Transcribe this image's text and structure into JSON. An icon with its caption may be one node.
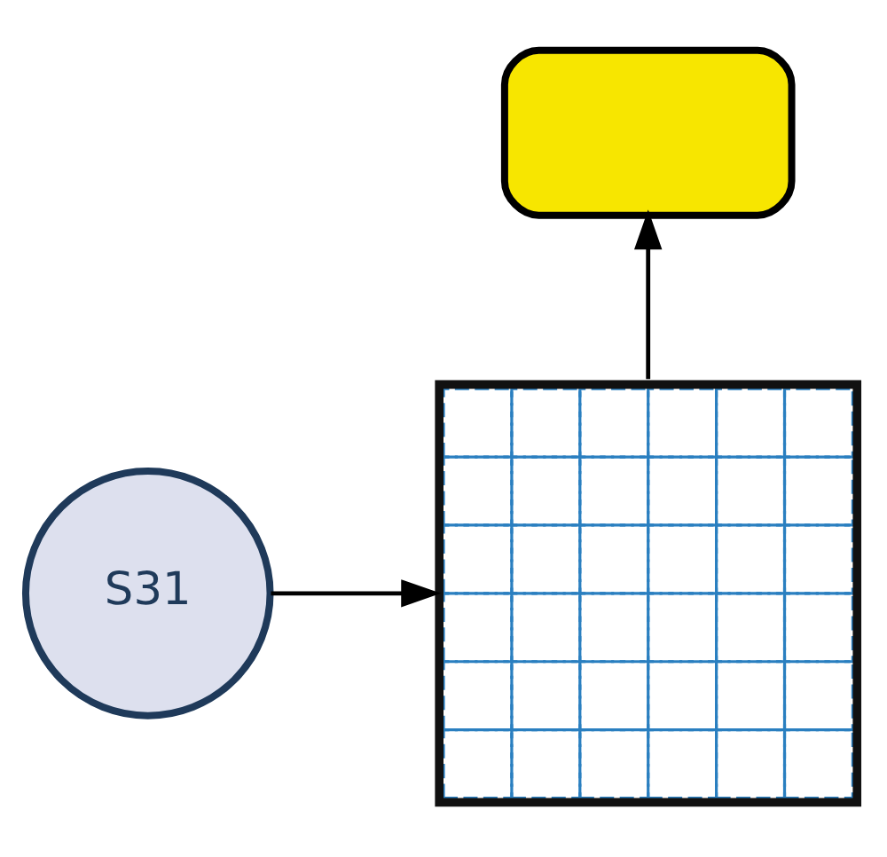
{
  "diagram": {
    "nodes": [
      {
        "text": [
          "S31"
        ]
      },
      {
        "text": [],
        "shape": "picture"
      },
      {
        "text": [],
        "shape": "box"
      }
    ],
    "edges": [
      {
        "from": 0,
        "to": 1,
        "arrow": "to"
      },
      {
        "from": 1,
        "to": 2,
        "arrow": "to"
      }
    ]
  }
}
